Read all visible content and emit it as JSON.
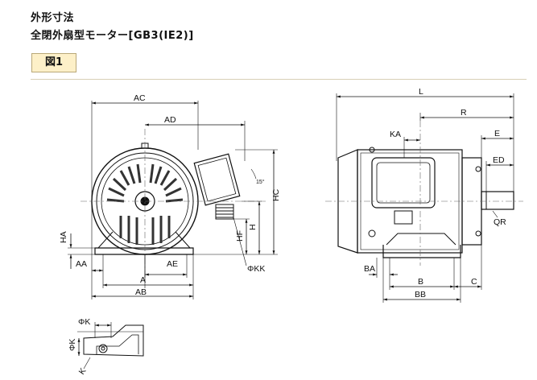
{
  "header": {
    "title": "外形寸法",
    "subtitle": "全閉外扇型モーター[GB3(IE2)]",
    "figure_label": "図1"
  },
  "dimensions": {
    "front": {
      "AC": "AC",
      "AD": "AD",
      "angle": "15°",
      "HC": "HC",
      "H": "H",
      "HF": "HF",
      "HA": "HA",
      "AA": "AA",
      "AE": "AE",
      "A": "A",
      "AB": "AB",
      "KK": "ΦKK"
    },
    "side": {
      "L": "L",
      "R": "R",
      "KA": "KA",
      "E": "E",
      "ED": "ED",
      "QR": "QR",
      "BA": "BA",
      "B": "B",
      "C": "C",
      "BB": "BB"
    },
    "foot": {
      "K": "ΦK",
      "K2": "ΦK",
      "K3": "K"
    }
  }
}
